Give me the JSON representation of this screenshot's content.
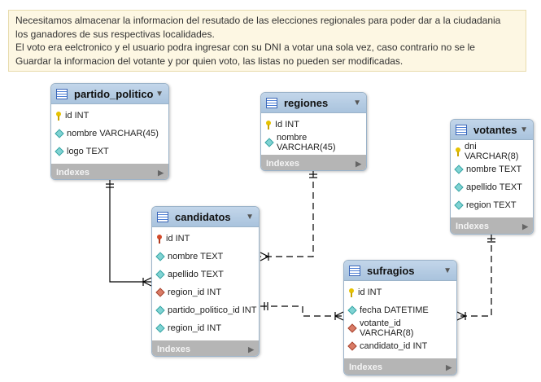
{
  "note": {
    "lines": [
      "Necesitamos almacenar la informacion del resutado de las elecciones  regionales para poder dar a la ciudadania",
      "los ganadores de sus respectivas localidades.",
      "El voto era eelctronico y el usuario podra ingresar con su DNI a votar una sola vez, caso contrario no se le",
      "Guardar la informacion del votante y  por quien voto, las listas no pueden ser modificadas."
    ]
  },
  "tables": {
    "partido_politico": {
      "name": "partido_politico",
      "indexes": "Indexes",
      "columns": [
        "id INT",
        "nombre VARCHAR(45)",
        "logo TEXT"
      ]
    },
    "regiones": {
      "name": "regiones",
      "indexes": "Indexes",
      "columns": [
        "Id INT",
        "nombre VARCHAR(45)"
      ]
    },
    "votantes": {
      "name": "votantes",
      "indexes": "Indexes",
      "columns": [
        "dni VARCHAR(8)",
        "nombre TEXT",
        "apellido TEXT",
        "region TEXT"
      ]
    },
    "candidatos": {
      "name": "candidatos",
      "indexes": "Indexes",
      "columns": [
        "id INT",
        "nombre TEXT",
        "apellido TEXT",
        "region_id INT",
        "partido_politico_id INT",
        "region_id INT"
      ]
    },
    "sufragios": {
      "name": "sufragios",
      "indexes": "Indexes",
      "columns": [
        "id INT",
        "fecha DATETIME",
        "votante_id VARCHAR(8)",
        "candidato_id INT"
      ]
    }
  },
  "icons": {
    "table": "table-icon",
    "primary_key": "key-icon",
    "column": "diamond-icon",
    "foreign_key": "foreign-key-diamond-icon",
    "collapse": "chevron-down-icon",
    "expand": "triangle-right-icon"
  }
}
